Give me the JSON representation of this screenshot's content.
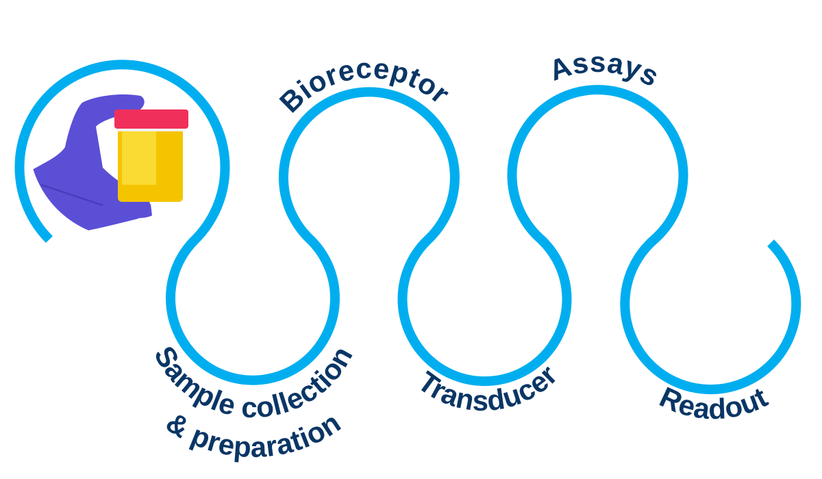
{
  "colors": {
    "curve": "#00aeef",
    "label": "#0a3665",
    "glove": "#5b4fd6",
    "lid": "#f0305a",
    "liquid": "#f5c400"
  },
  "photo": {
    "icon": "gloved-hand-holding-sample-cup"
  },
  "steps": [
    {
      "label": "Sample collection",
      "label2": "& preparation"
    },
    {
      "label": "Bioreceptor"
    },
    {
      "label": "Transducer"
    },
    {
      "label": "Assays"
    },
    {
      "label": "Readout"
    }
  ]
}
